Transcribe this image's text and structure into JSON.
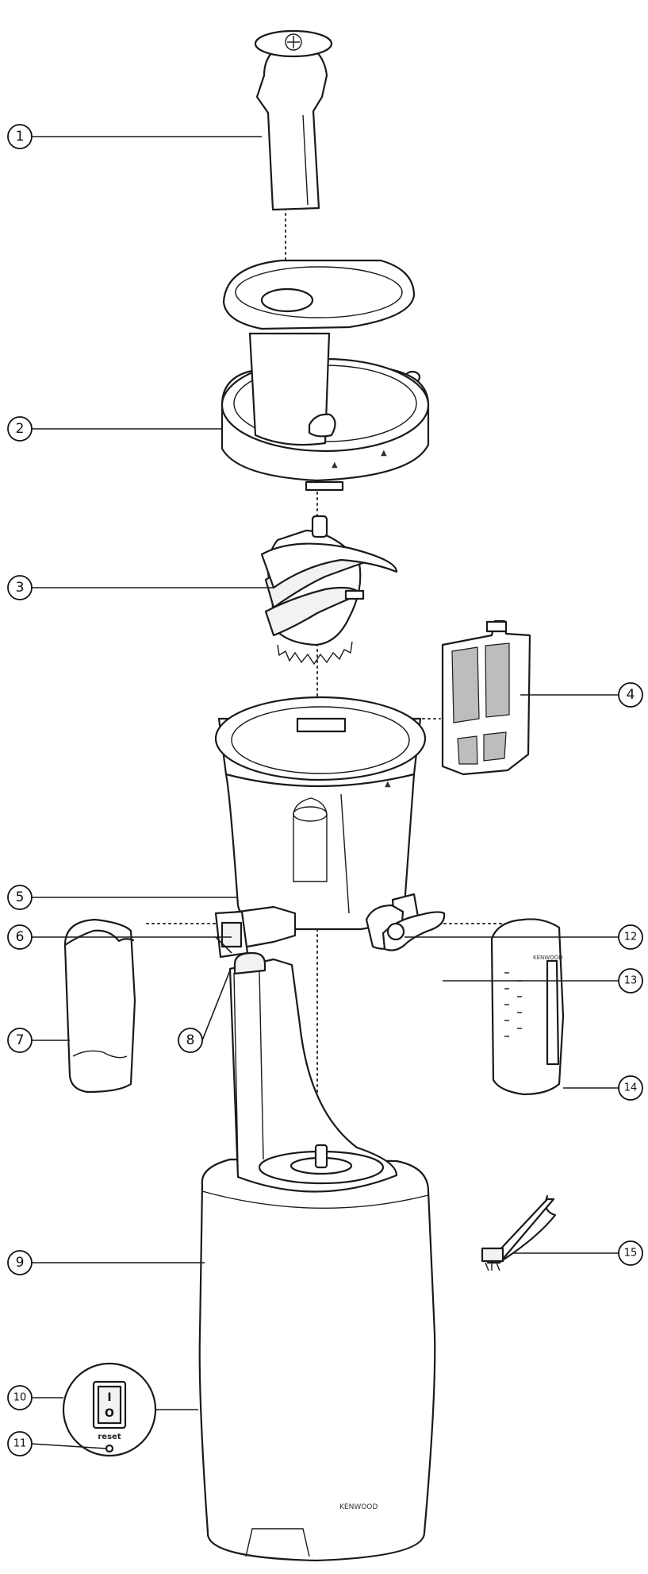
{
  "diagram": {
    "callouts": [
      "1",
      "2",
      "3",
      "4",
      "5",
      "6",
      "7",
      "8",
      "9",
      "10",
      "11",
      "12",
      "13",
      "14",
      "15"
    ],
    "switch": {
      "on_mark": "I",
      "off_mark": "O",
      "reset_label": "reset"
    },
    "base_brand": "KENWOOD",
    "jug_brand": "KENWOOD",
    "lid_marks": [
      "▲",
      "▲"
    ]
  }
}
